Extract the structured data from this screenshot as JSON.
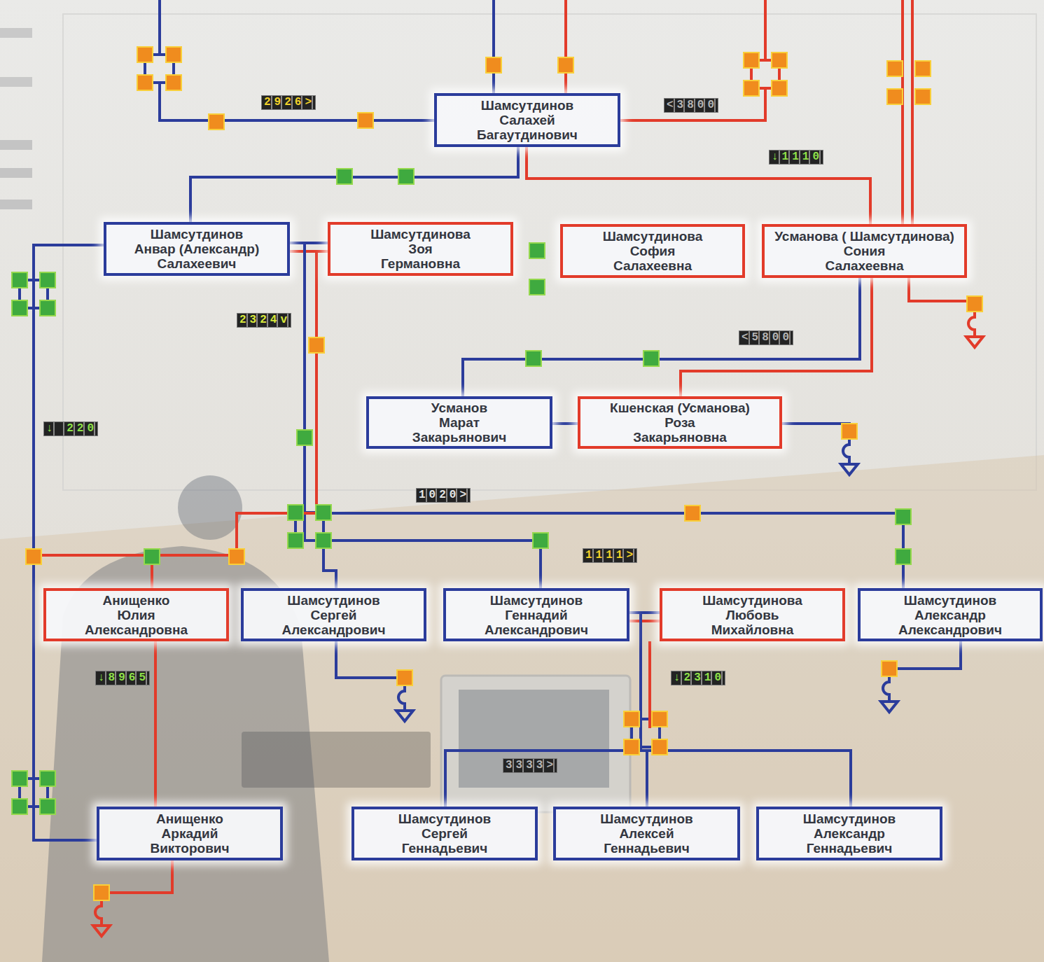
{
  "diagram": {
    "nodes": [
      {
        "text": [
          "Шамсутдинов Салахей Багаутдинович"
        ]
      },
      {
        "text": [
          "Шамсутдинов Анвар (Александр) Салахеевич"
        ]
      },
      {
        "text": [
          "Шамсутдинова Зоя Германовна"
        ]
      },
      {
        "text": [
          "Шамсутдинова София Салахеевна"
        ]
      },
      {
        "text": [
          "Усманова ( Шамсутдинова) Сония Салахеевна"
        ]
      },
      {
        "text": [
          "Усманов Марат Закарьянович"
        ]
      },
      {
        "text": [
          "Кшенская (Усманова) Роза Закарьяновна"
        ]
      },
      {
        "text": [
          "Анищенко Юлия Александровна"
        ]
      },
      {
        "text": [
          "Шамсутдинов Сергей Александрович"
        ]
      },
      {
        "text": [
          "Шамсутдинов Геннадий Александрович"
        ]
      },
      {
        "text": [
          "Шамсутдинова Любовь Михайловна"
        ]
      },
      {
        "text": [
          "Шамсутдинов Александр Александрович"
        ]
      },
      {
        "text": [
          "Анищенко Аркадий Викторович"
        ]
      },
      {
        "text": [
          "Шамсутдинов Сергей Геннадьевич"
        ]
      },
      {
        "text": [
          "Шамсутдинов Алексей Геннадьевич"
        ]
      },
      {
        "text": [
          "Шамсутдинов Александр Геннадьевич"
        ]
      }
    ],
    "edges": [
      {
        "from": 0,
        "to": 1,
        "arrow": "none"
      },
      {
        "from": 0,
        "to": 4,
        "arrow": "none"
      },
      {
        "from": 1,
        "to": 2,
        "arrow": "none"
      },
      {
        "from": 1,
        "to": 8,
        "arrow": "none"
      },
      {
        "from": 1,
        "to": 9,
        "arrow": "none"
      },
      {
        "from": 1,
        "to": 11,
        "arrow": "none"
      },
      {
        "from": 2,
        "to": 7,
        "arrow": "none"
      },
      {
        "from": 7,
        "to": 12,
        "arrow": "none"
      },
      {
        "from": 1,
        "to": 12,
        "arrow": "none"
      },
      {
        "from": 4,
        "to": 5,
        "arrow": "none"
      },
      {
        "from": 4,
        "to": 6,
        "arrow": "none"
      },
      {
        "from": 5,
        "to": 6,
        "arrow": "none"
      },
      {
        "from": 9,
        "to": 10,
        "arrow": "none"
      },
      {
        "from": 9,
        "to": 13,
        "arrow": "none"
      },
      {
        "from": 9,
        "to": 14,
        "arrow": "none"
      },
      {
        "from": 9,
        "to": 15,
        "arrow": "none"
      }
    ],
    "labels": [
      "2926>",
      "<3800",
      "↓1110",
      "2324v",
      "<5800",
      "↓ 220",
      "1020>",
      "1111>",
      "↓8965",
      "↓2310",
      "3333>"
    ]
  }
}
